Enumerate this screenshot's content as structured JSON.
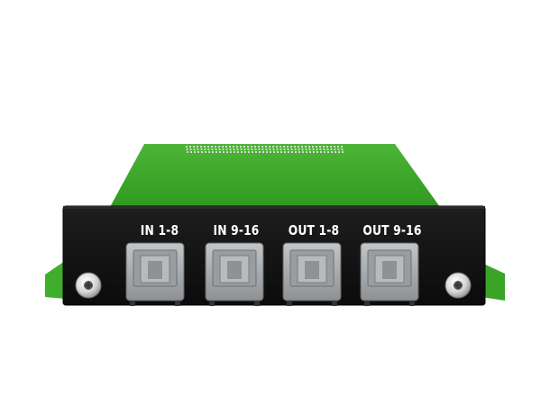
{
  "module": {
    "colors": {
      "pcb": "#3fa82a",
      "pcb_light": "#57c33c",
      "pcb_dark": "#2e8a1f",
      "faceplate": "#141414",
      "port_body": "#a9acae",
      "screw": "#e8e8e8"
    },
    "ports": [
      {
        "label": "IN 1-8"
      },
      {
        "label": "IN 9-16"
      },
      {
        "label": "OUT 1-8"
      },
      {
        "label": "OUT 9-16"
      }
    ]
  }
}
